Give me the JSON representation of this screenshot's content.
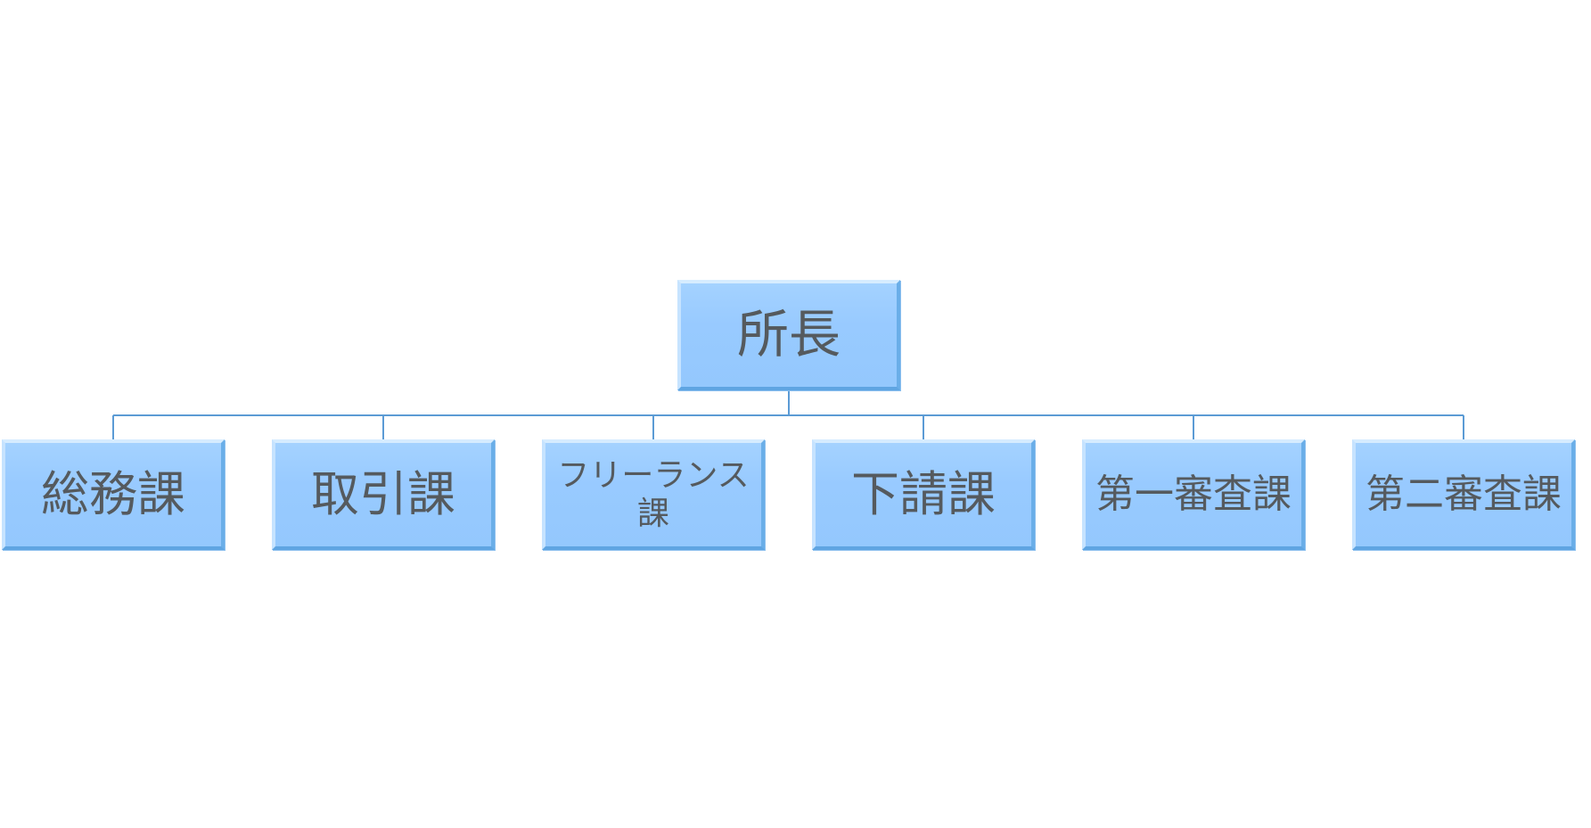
{
  "org_chart": {
    "root": {
      "label": "所長"
    },
    "children": [
      {
        "label": "総務課"
      },
      {
        "label": "取引課"
      },
      {
        "label": "フリーランス課"
      },
      {
        "label": "下請課"
      },
      {
        "label": "第一審査課"
      },
      {
        "label": "第二審査課"
      }
    ]
  },
  "colors": {
    "box_fill": "#98caff",
    "connector": "#5b9bd5",
    "text": "#555a5e"
  }
}
